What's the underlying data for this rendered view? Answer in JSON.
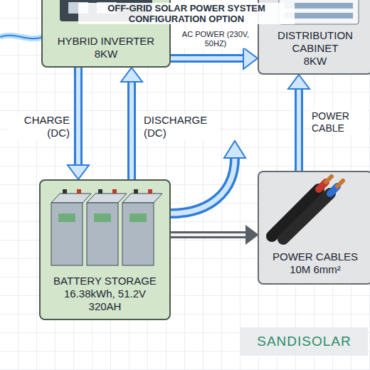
{
  "diagram": {
    "title": "OFF-GRID SOLAR POWER SYSTEM CONFIGURATION OPTION",
    "nodes": [
      {
        "text": [
          "HYBRID INVERTER",
          "8KW"
        ]
      },
      {
        "text": [
          "DISTRIBUTION CABINET",
          "8KW"
        ]
      },
      {
        "text": [
          "BATTERY STORAGE",
          "16.38kWh, 51.2V 320AH"
        ]
      },
      {
        "text": [
          "POWER CABLES",
          "10M 6mm²"
        ]
      }
    ],
    "edges": [
      {
        "from": 0,
        "to": 1,
        "label": "AC POWER (230V, 50HZ)",
        "arrow": "to"
      },
      {
        "from": 0,
        "to": 2,
        "label": "CHARGE (DC)",
        "arrow": "to"
      },
      {
        "from": 2,
        "to": 0,
        "label": "DISCHARGE (DC)",
        "arrow": "to"
      },
      {
        "from": 3,
        "to": 1,
        "label": "POWER CABLE",
        "arrow": "to"
      },
      {
        "from": 2,
        "to": 3,
        "arrow": "to"
      }
    ],
    "labels": [
      "SANDISOLAR"
    ]
  }
}
